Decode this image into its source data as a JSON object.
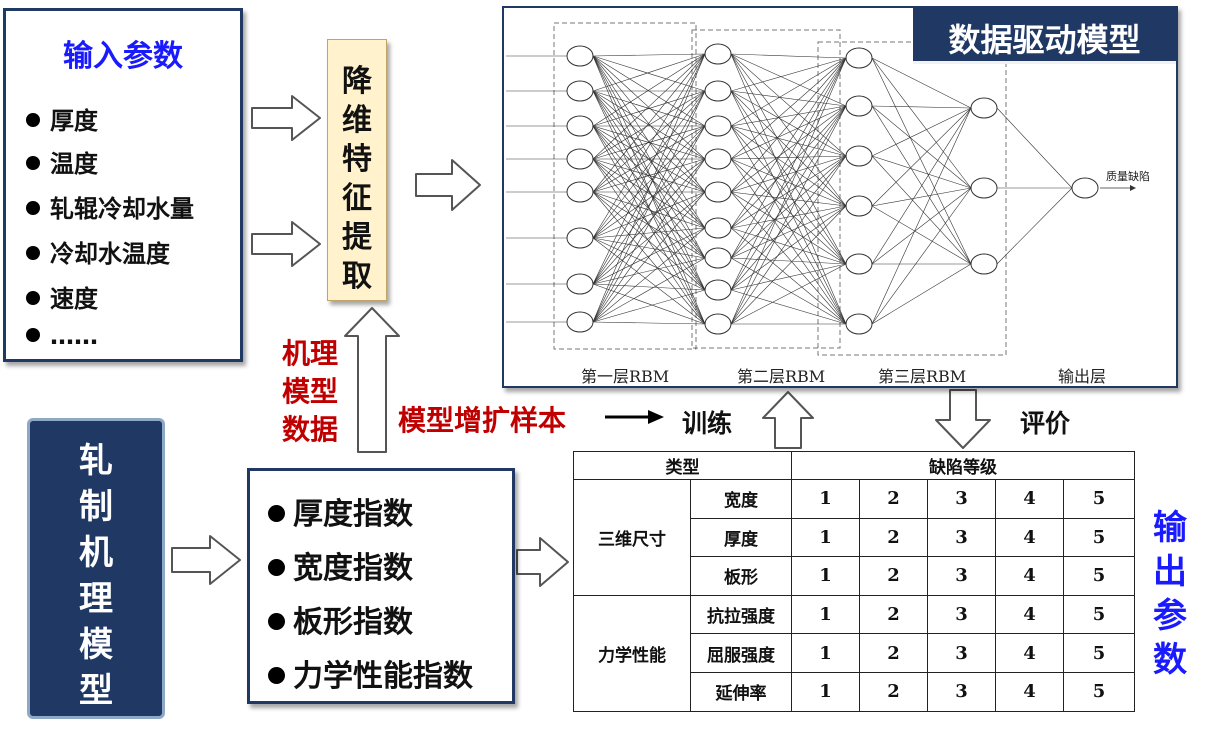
{
  "input_box": {
    "title": "输入参数",
    "items": [
      "厚度",
      "温度",
      "轧辊冷却水量",
      "冷却水温度",
      "速度",
      "……"
    ]
  },
  "reduction": {
    "chars": [
      "降",
      "维",
      "特",
      "征",
      "提",
      "取"
    ]
  },
  "nn": {
    "title": "数据驱动模型",
    "output_label": "质量缺陷",
    "layer_labels": [
      "第一层RBM",
      "第二层RBM",
      "第三层RBM",
      "输出层"
    ]
  },
  "mechanism": {
    "box_chars": [
      "轧",
      "制",
      "机",
      "理",
      "模",
      "型"
    ],
    "data_lines": [
      "机理",
      "模型",
      "数据"
    ],
    "augment_label": "模型增扩样本",
    "train_label": "训练",
    "eval_label": "评价"
  },
  "index_box": {
    "items": [
      "厚度指数",
      "宽度指数",
      "板形指数",
      "力学性能指数"
    ]
  },
  "table": {
    "header_type": "类型",
    "header_grade": "缺陷等级",
    "groups": [
      {
        "name": "三维尺寸",
        "rows": [
          "宽度",
          "厚度",
          "板形"
        ]
      },
      {
        "name": "力学性能",
        "rows": [
          "抗拉强度",
          "屈服强度",
          "延伸率"
        ]
      }
    ],
    "grades": [
      "1",
      "2",
      "3",
      "4",
      "5"
    ]
  },
  "output": {
    "chars": [
      "输",
      "出",
      "参",
      "数"
    ]
  },
  "colors": {
    "navy": "#1f3864",
    "blue_text": "#1a1aff",
    "red_text": "#c00000",
    "beige": "#fff2cc"
  }
}
